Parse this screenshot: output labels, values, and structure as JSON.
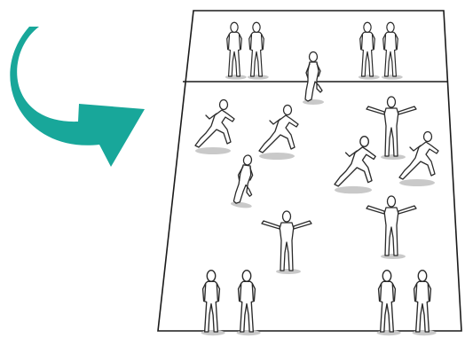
{
  "colors": {
    "arrow": "#18a79a",
    "field_line": "#1a1a1a",
    "figure_stroke": "#2b2b2b",
    "figure_fill": "#ffffff",
    "shadow": "#c9c9c9",
    "background": "#ffffff"
  },
  "icons": {
    "arrow": "curved-arrow-icon",
    "figure": "person-figure-icon"
  },
  "field": {
    "zones": [
      "top-end-zone",
      "playing-area"
    ]
  },
  "figures": {
    "top_line_standing": 4,
    "top_runner": 1,
    "runners": 6,
    "arms_out_players": 3,
    "bottom_line_standing": 4
  }
}
